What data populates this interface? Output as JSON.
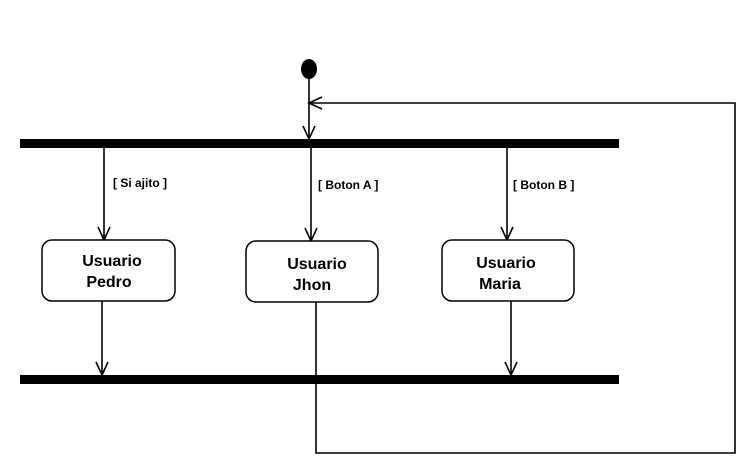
{
  "guards": {
    "pedro": "[  Si ajito ]",
    "jhon": "[ Boton A ]",
    "maria": "[ Boton B ]"
  },
  "activities": {
    "pedro": {
      "line1": "Usuario",
      "line2": "Pedro"
    },
    "jhon": {
      "line1": "Usuario",
      "line2": "Jhon"
    },
    "maria": {
      "line1": "Usuario",
      "line2": "Maria"
    }
  }
}
